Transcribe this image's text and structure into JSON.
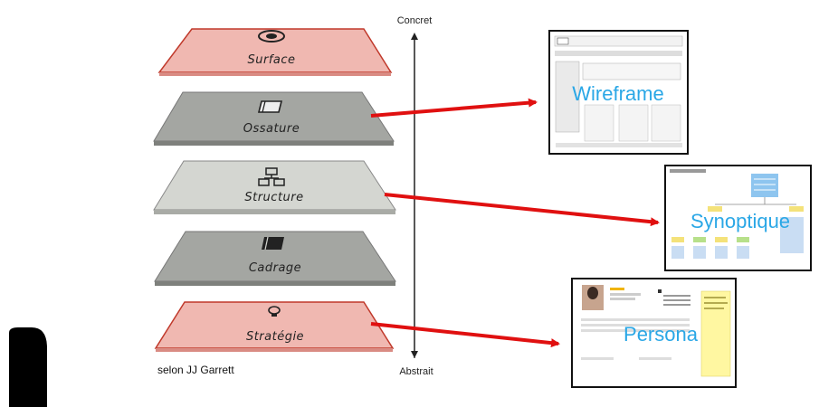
{
  "layers": [
    {
      "label": "Surface",
      "color": "#e79a93",
      "icon": "target-icon"
    },
    {
      "label": "Ossature",
      "color": "#a4a6a2",
      "icon": "frame-icon"
    },
    {
      "label": "Structure",
      "color": "#d4d6d1",
      "icon": "hierarchy-icon"
    },
    {
      "label": "Cadrage",
      "color": "#a4a6a2",
      "icon": "block-icon"
    },
    {
      "label": "Stratégie",
      "color": "#e79a93",
      "icon": "bulb-icon"
    }
  ],
  "axis": {
    "top_label": "Concret",
    "bottom_label": "Abstrait"
  },
  "credit": "selon JJ Garrett",
  "thumbnails": [
    {
      "label": "Wireframe",
      "maps_to": "Ossature"
    },
    {
      "label": "Synoptique",
      "maps_to": "Structure"
    },
    {
      "label": "Persona",
      "maps_to": "Stratégie"
    }
  ],
  "colors": {
    "arrow": "#e01010",
    "thumb_label": "#2aa7e6",
    "layer_edge_red": "#c0392b"
  }
}
